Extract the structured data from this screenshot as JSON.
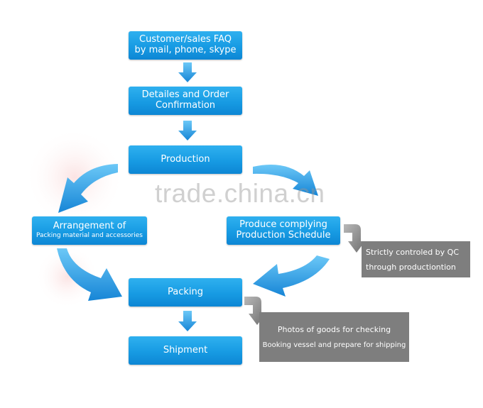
{
  "boxes": {
    "faq": {
      "line1": "Customer/sales FAQ",
      "line2": "by mail, phone, skype"
    },
    "details": {
      "line1": "Detailes and Order",
      "line2": "Confirmation"
    },
    "production": {
      "label": "Production"
    },
    "arrangement": {
      "line1": "Arrangement of",
      "line2": "Packing material and accessories"
    },
    "schedule": {
      "line1": "Produce complying",
      "line2": "Production Schedule"
    },
    "packing": {
      "label": "Packing"
    },
    "shipment": {
      "label": "Shipment"
    }
  },
  "notes": {
    "qc": {
      "line1": "Strictly controled by QC",
      "line2": "through productiontion"
    },
    "photos": {
      "line1": "Photos of goods for checking",
      "line2": "Booking vessel and prepare for shipping"
    }
  },
  "watermark": "trade.china.cn",
  "colors": {
    "box": "#179be3",
    "arrow": "#2b9ee6",
    "note_bg": "#7e7e7e"
  },
  "icons": [
    "down-arrow-icon",
    "curved-arrow-icon",
    "gray-bent-arrow-icon"
  ]
}
